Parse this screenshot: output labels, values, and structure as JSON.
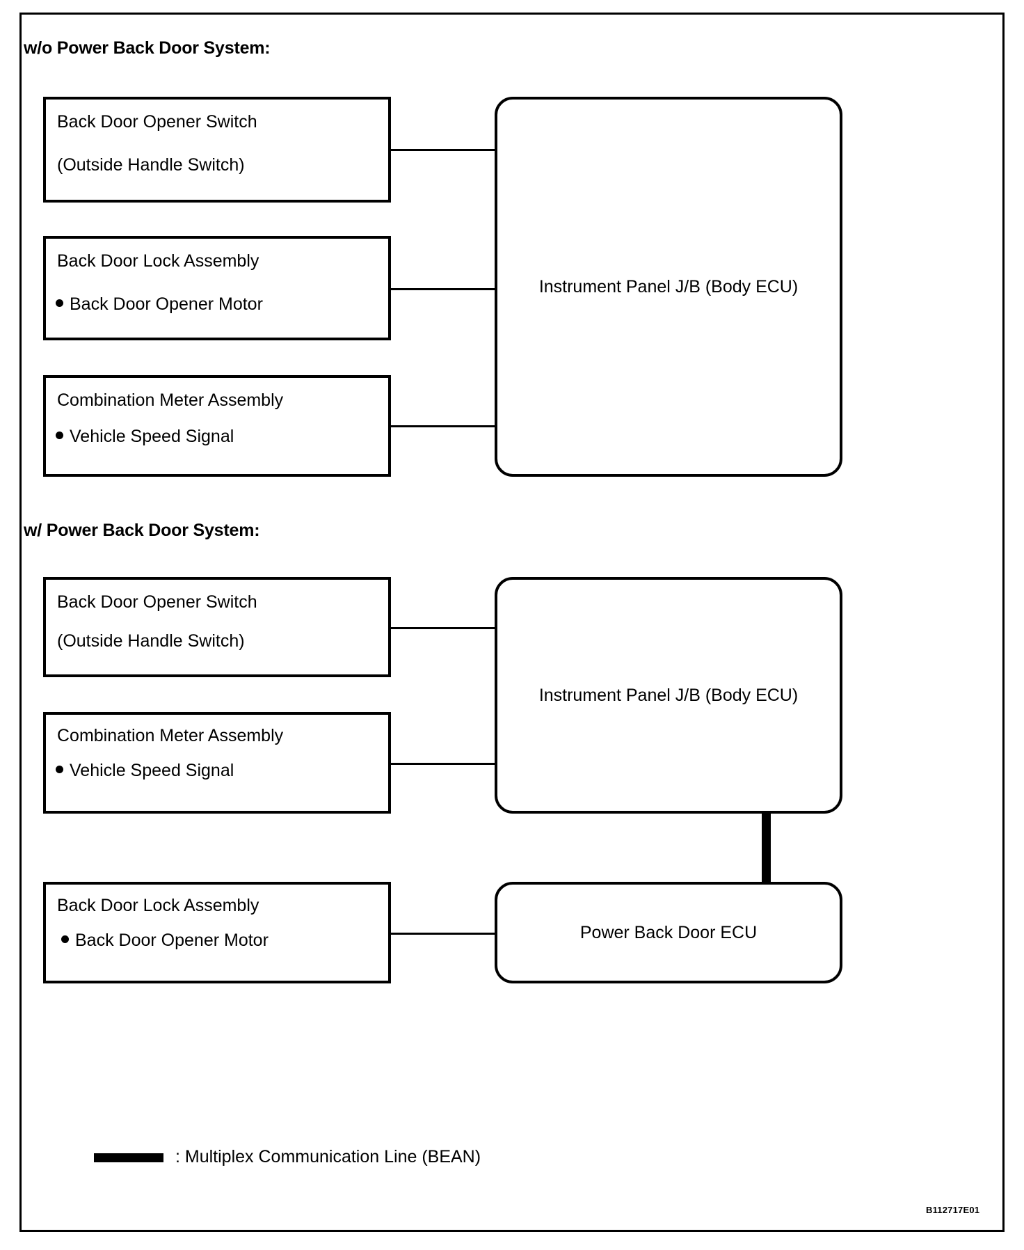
{
  "diagram": {
    "type": "block-diagram",
    "reference_code": "B112717E01",
    "sections": [
      {
        "heading": "w/o Power Back Door System:",
        "components": [
          {
            "title": "Back Door Opener Switch",
            "subtitle": "(Outside Handle Switch)",
            "bullets": []
          },
          {
            "title": "Back Door Lock Assembly",
            "subtitle": "",
            "bullets": [
              "Back Door Opener Motor"
            ]
          },
          {
            "title": "Combination Meter Assembly",
            "subtitle": "",
            "bullets": [
              "Vehicle Speed Signal"
            ]
          }
        ],
        "ecus": [
          {
            "label": "Instrument Panel J/B (Body ECU)"
          }
        ]
      },
      {
        "heading": "w/ Power Back Door System:",
        "components": [
          {
            "title": "Back Door Opener Switch",
            "subtitle": "(Outside Handle Switch)",
            "bullets": []
          },
          {
            "title": "Combination Meter Assembly",
            "subtitle": "",
            "bullets": [
              "Vehicle Speed Signal"
            ]
          },
          {
            "title": "Back Door Lock Assembly",
            "subtitle": "",
            "bullets": [
              "Back Door Opener Motor"
            ]
          }
        ],
        "ecus": [
          {
            "label": "Instrument Panel J/B (Body ECU)"
          },
          {
            "label": "Power Back Door ECU"
          }
        ]
      }
    ],
    "legend": {
      "symbol": "thick-line",
      "text": ": Multiplex Communication Line (BEAN)"
    }
  }
}
